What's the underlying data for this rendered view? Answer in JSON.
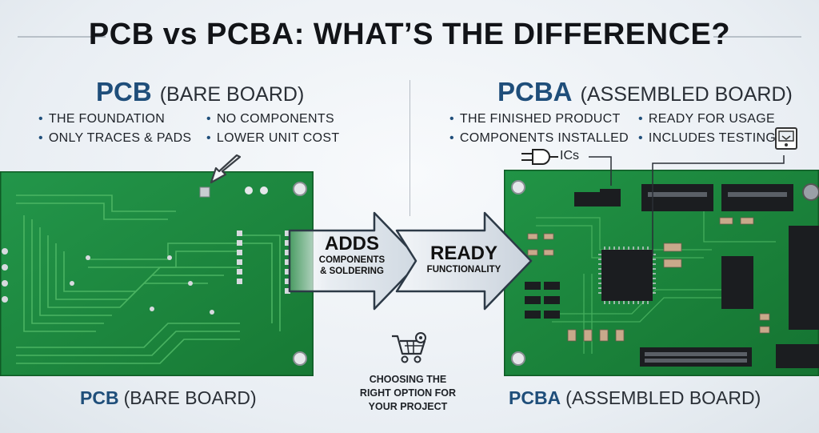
{
  "title": "PCB vs PCBA: WHAT’S THE DIFFERENCE?",
  "pcb": {
    "name": "PCB",
    "subtitle": "(BARE BOARD)",
    "bullets": [
      "THE FOUNDATION",
      "NO COMPONENTS",
      "ONLY TRACES & PADS",
      "LOWER UNIT COST"
    ],
    "caption_name": "PCB",
    "caption_sub": "(BARE BOARD)"
  },
  "pcba": {
    "name": "PCBA",
    "subtitle": "(ASSEMBLED BOARD)",
    "bullets": [
      "THE FINISHED PRODUCT",
      "READY FOR USAGE",
      "COMPONENTS INSTALLED",
      "INCLUDES TESTING"
    ],
    "caption_name": "PCBA",
    "caption_sub": "(ASSEMBLED BOARD)",
    "ics_label": "ICs"
  },
  "arrows": {
    "first_main": "ADDS",
    "first_sub_1": "COMPONENTS",
    "first_sub_2": "& SOLDERING",
    "second_main": "READY",
    "second_sub": "FUNCTIONALITY"
  },
  "choose": {
    "line1": "CHOOSING THE",
    "line2": "RIGHT OPTION FOR",
    "line3": "YOUR PROJECT"
  },
  "colors": {
    "accent": "#1f4e7a",
    "board_green": "#1e8a3c",
    "trace_green": "#46b45e",
    "chip_black": "#1b1d20"
  },
  "icons": [
    "pointer-arrow-icon",
    "and-gate-icon",
    "meter-icon",
    "cart-gear-icon"
  ]
}
